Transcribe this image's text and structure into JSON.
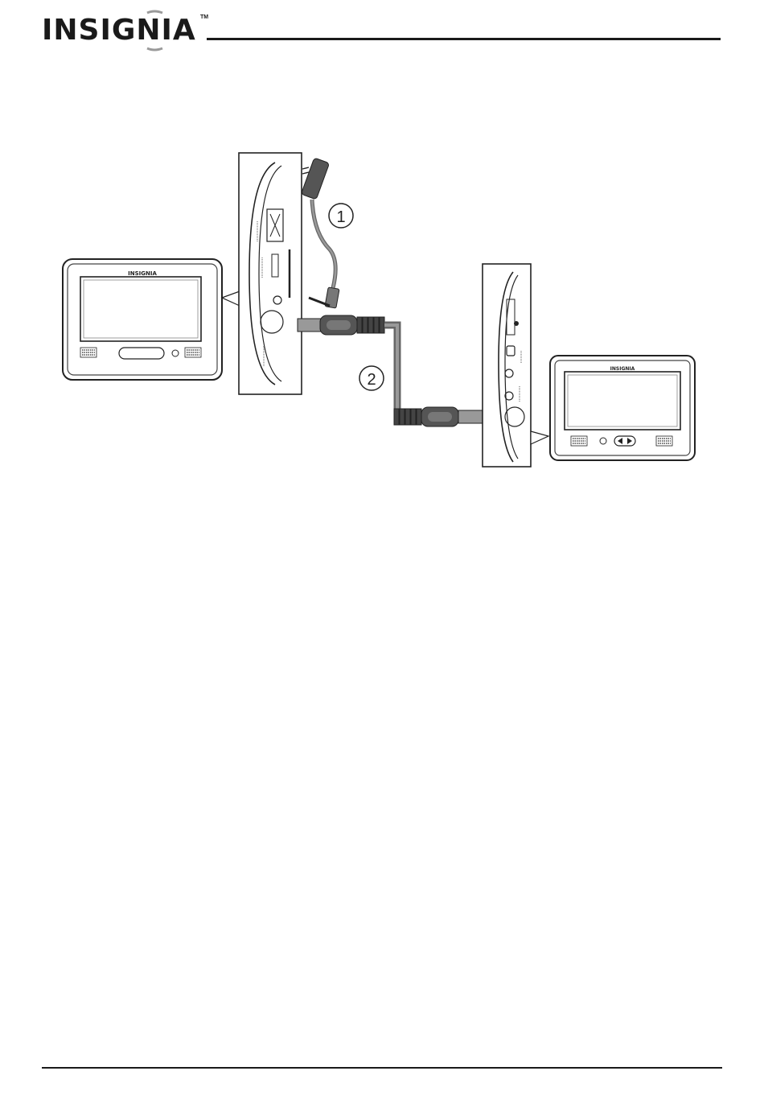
{
  "header": {
    "brand": "INSIGNIA",
    "trademark": "TM"
  },
  "figure": {
    "device_brand": "INSIGNIA",
    "callouts": [
      "1",
      "2"
    ]
  }
}
